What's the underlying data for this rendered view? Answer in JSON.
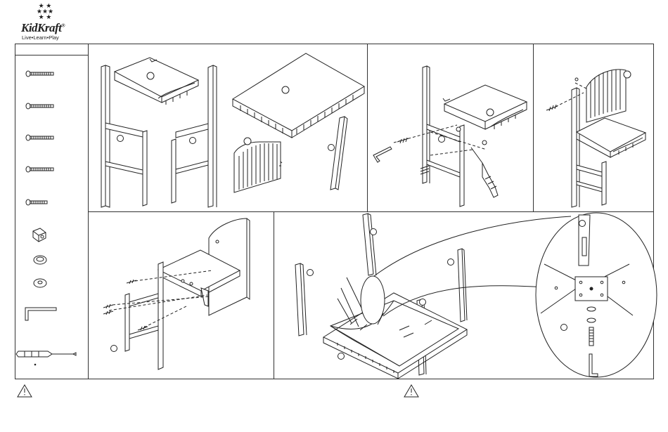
{
  "brand": {
    "name": "KidKraft",
    "trademark": "®",
    "tagline": "Live•Learn•Play"
  },
  "parts_panel": {
    "items": [
      "long-bolt",
      "long-bolt",
      "long-bolt",
      "long-bolt",
      "short-bolt",
      "barrel-nut",
      "lock-washer",
      "flat-washer",
      "allen-wrench",
      "screwdriver"
    ]
  },
  "steps": [
    {
      "id": "step-1",
      "parts": [
        "chair-side",
        "chair-seat",
        "chair-side",
        "table-top",
        "chair-back",
        "table-leg"
      ]
    },
    {
      "id": "step-2",
      "parts": [
        "chair-side",
        "chair-seat",
        "allen-wrench",
        "screwdriver"
      ]
    },
    {
      "id": "step-3",
      "parts": [
        "chair-back",
        "chair-side",
        "chair-seat"
      ]
    },
    {
      "id": "step-4",
      "parts": [
        "chair-back",
        "chair-side"
      ]
    },
    {
      "id": "step-5",
      "parts": [
        "table-leg",
        "table-leg",
        "table-leg",
        "table-leg",
        "table-top",
        "corner-bracket-detail"
      ]
    }
  ],
  "warnings": [
    {
      "icon": "warning-triangle-icon",
      "text": ""
    },
    {
      "icon": "warning-triangle-icon",
      "text": ""
    }
  ],
  "colors": {
    "line": "#222222",
    "fill": "#ffffff"
  }
}
